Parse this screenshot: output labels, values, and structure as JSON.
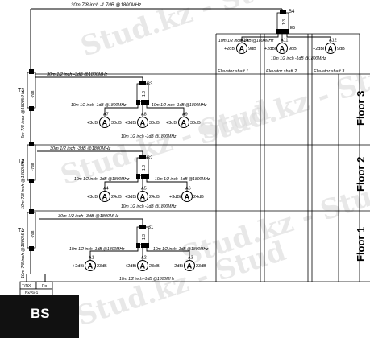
{
  "watermark": "Stud.kz - Stud",
  "bs": {
    "label": "BS",
    "ports": [
      "T/RX",
      "Rx"
    ],
    "sub": "Rx/Rx-1"
  },
  "trunk": {
    "top_cable": "30m 7/8 inch -1.7dB @1800MHz",
    "t3_cable": "30m 1/2 inch -3dB @1800MHz",
    "t2_cable": "30m 1/2 inch -3dB @1800MHz",
    "t1_cable": "30m 1/2 inch -3dB @1800MHz",
    "riser_3": "5m 7/8 inch @1800MHz",
    "riser_2": "10m 7/8 inch @1800MHz",
    "riser_1": "10m 7/8 inch @1800MHz",
    "tap_3": "T3",
    "tap_2": "T2",
    "tap_1": "T1",
    "tap_db": "-7dB"
  },
  "floors": {
    "f3": "Floor 3",
    "f2": "Floor 2",
    "f1": "Floor 1"
  },
  "elevators": {
    "s1": "Elevator shaft 1",
    "s2": "Elevator shaft 2",
    "s3": "Elevator shaft 3"
  },
  "splitters": {
    "b4": "B4",
    "b3": "B3",
    "b2": "B2",
    "b1": "B1",
    "e5": "E5",
    "port": "1:3"
  },
  "antennas": {
    "a10": {
      "id": "A10",
      "left": "+2dBi",
      "right": "9dB"
    },
    "a11": {
      "id": "A11",
      "left": "+2dBi",
      "right": "9dB"
    },
    "a12": {
      "id": "A12",
      "left": "+2dBi",
      "right": "9dB"
    },
    "a7": {
      "id": "A7",
      "left": "+3dBi",
      "right": "30dB"
    },
    "a8": {
      "id": "A8",
      "left": "+3dBi",
      "right": "30dB"
    },
    "a9": {
      "id": "A9",
      "left": "+3dBi",
      "right": "30dB"
    },
    "a4": {
      "id": "A4",
      "left": "+3dBi",
      "right": "24dB"
    },
    "a5": {
      "id": "A5",
      "left": "+3dBi",
      "right": "24dB"
    },
    "a6": {
      "id": "A6",
      "left": "+3dBi",
      "right": "24dB"
    },
    "a1": {
      "id": "A1",
      "left": "+2dBi",
      "right": "23dB"
    },
    "a2": {
      "id": "A2",
      "left": "+2dBi",
      "right": "23dB"
    },
    "a3": {
      "id": "A3",
      "left": "+2dBi",
      "right": "23dB"
    }
  },
  "cables": {
    "shaft_top": "10m 1/2 inch -1dB @1800MHz",
    "a11_feed": "10m 1/2 inch -1dB @1800MHz",
    "f3_left": "10m 1/2 inch -1dB @1800MHz",
    "f3_right": "10m 1/2 inch -1dB @1800MHz",
    "f3_mid": "10m 1/2 inch -1dB @1800MHz",
    "f2_left": "10m 1/2 inch -1dB @1800MHz",
    "f2_right": "10m 1/2 inch -1dB @1800MHz",
    "f2_mid": "10m 1/2 inch -1dB @1800MHz",
    "f1_left": "10m 1/2 inch -1dB @1800MHz",
    "f1_right": "10m 1/2 inch -1dB @1800MHz",
    "f1_bottom": "10m 1/2 inch -1dB @1800MHz"
  }
}
